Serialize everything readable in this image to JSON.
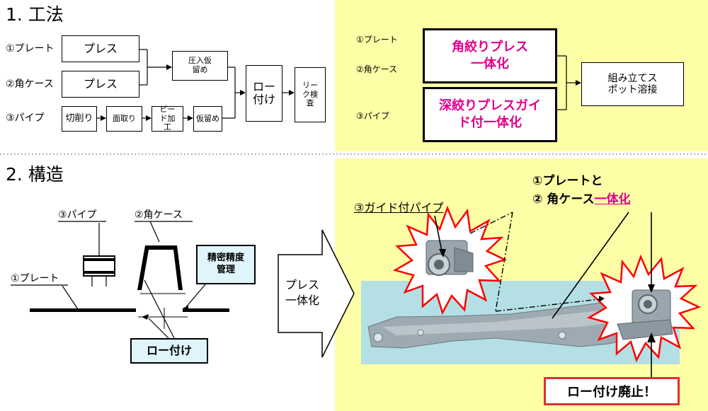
{
  "sections": {
    "method_title": "1. 工法",
    "structure_title": "2. 構造"
  },
  "method_old": {
    "rows": [
      "①プレート",
      "②角ケース",
      "③パイプ"
    ],
    "plate_box": "プレス",
    "case_box": "プレス",
    "pipe_steps": [
      "切削り",
      "面取り",
      "ビード加工",
      "仮留め"
    ],
    "press_fit": "圧入仮留め",
    "braze": "ロー付け",
    "leak": "リーク検査"
  },
  "method_new": {
    "rows": [
      "①プレート",
      "②角ケース",
      "③パイプ"
    ],
    "box1": "角絞りプレス一体化",
    "box2": "深絞りプレスガイド付一体化",
    "assembly": "組み立てスポット溶接"
  },
  "structure_old": {
    "pipe": "③パイプ",
    "case": "②角ケース",
    "plate": "①プレート",
    "precision": "精密精度管理",
    "braze": "ロー付け"
  },
  "arrow_text": "プレス一体化",
  "structure_new": {
    "guide_pipe": "③ガイド付パイプ",
    "combined_line1": "①プレートと",
    "combined_line2a": "② 角ケース",
    "combined_line2b": "一体化",
    "abolished": "ロー付け廃止！"
  },
  "colors": {
    "yellow_bg": "#fefea6",
    "magenta": "#e0008a",
    "cyan_box": "#dff5fb",
    "red_outline": "#ff0000"
  }
}
